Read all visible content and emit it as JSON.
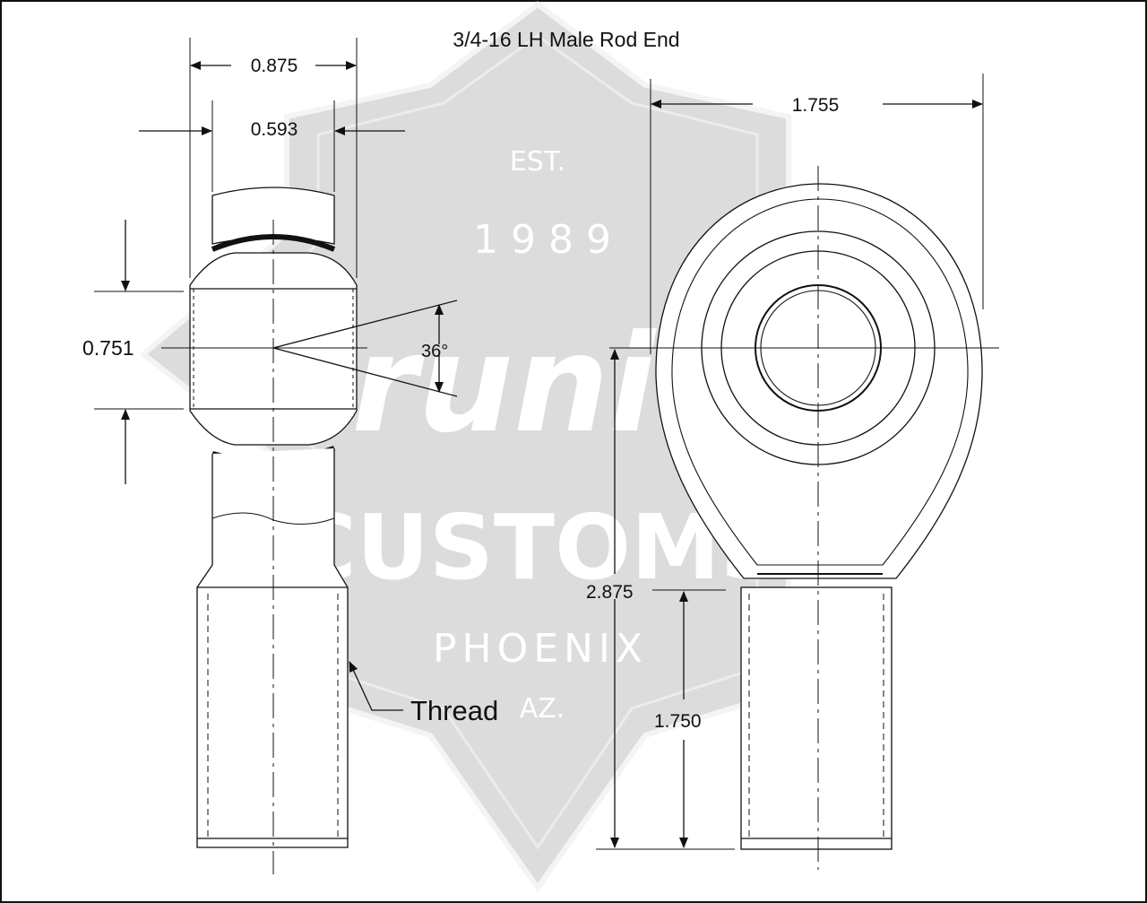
{
  "title": "3/4-16 LH Male Rod End",
  "dimensions": {
    "overall_width": "0.875",
    "ball_width": "0.593",
    "ball_dia": "0.751",
    "angle": "36°",
    "head_width": "1.755",
    "center_to_end": "2.875",
    "thread_length": "1.750"
  },
  "callouts": {
    "thread": "Thread"
  },
  "watermark": {
    "est": "EST.",
    "year": "1 9 8 9",
    "brand": "Grunion",
    "customs": "CUSTOMS",
    "city": "PHOENIX",
    "state": "AZ."
  },
  "colors": {
    "line": "#111111",
    "watermark_fill": "#dcdcdc",
    "background": "#ffffff"
  }
}
